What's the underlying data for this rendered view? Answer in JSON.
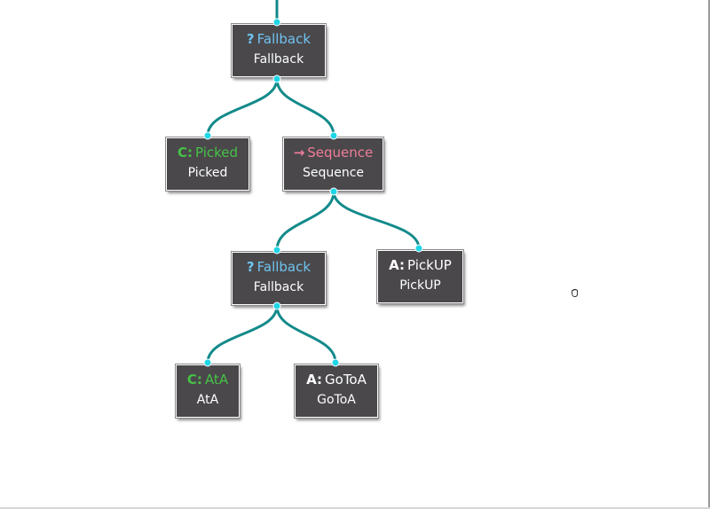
{
  "nodes": [
    {
      "id": "n1",
      "kind": "fallback",
      "glyph": "?",
      "title": "Fallback",
      "subtitle": "Fallback"
    },
    {
      "id": "n2",
      "kind": "condition",
      "glyph": "C:",
      "title": "Picked",
      "subtitle": "Picked"
    },
    {
      "id": "n3",
      "kind": "sequence",
      "glyph": "→",
      "title": "Sequence",
      "subtitle": "Sequence"
    },
    {
      "id": "n4",
      "kind": "fallback",
      "glyph": "?",
      "title": "Fallback",
      "subtitle": "Fallback"
    },
    {
      "id": "n5",
      "kind": "action",
      "glyph": "A:",
      "title": "PickUP",
      "subtitle": "PickUP"
    },
    {
      "id": "n6",
      "kind": "condition",
      "glyph": "C:",
      "title": "AtA",
      "subtitle": "AtA"
    },
    {
      "id": "n7",
      "kind": "action",
      "glyph": "A:",
      "title": "GoToA",
      "subtitle": "GoToA"
    }
  ],
  "edges": [
    {
      "from": "root",
      "to": "n1"
    },
    {
      "from": "n1",
      "to": "n2"
    },
    {
      "from": "n1",
      "to": "n3"
    },
    {
      "from": "n3",
      "to": "n4"
    },
    {
      "from": "n3",
      "to": "n5"
    },
    {
      "from": "n4",
      "to": "n6"
    },
    {
      "from": "n4",
      "to": "n7"
    }
  ],
  "colors": {
    "edge": "#138a8a",
    "port": "#1fd6e6",
    "node_bg": "#4a484b",
    "fallback": "#6fc3f0",
    "condition": "#46c246",
    "sequence": "#f07d9a",
    "action": "#ffffff"
  },
  "icons": {
    "cursor": "grab-hand-icon"
  }
}
